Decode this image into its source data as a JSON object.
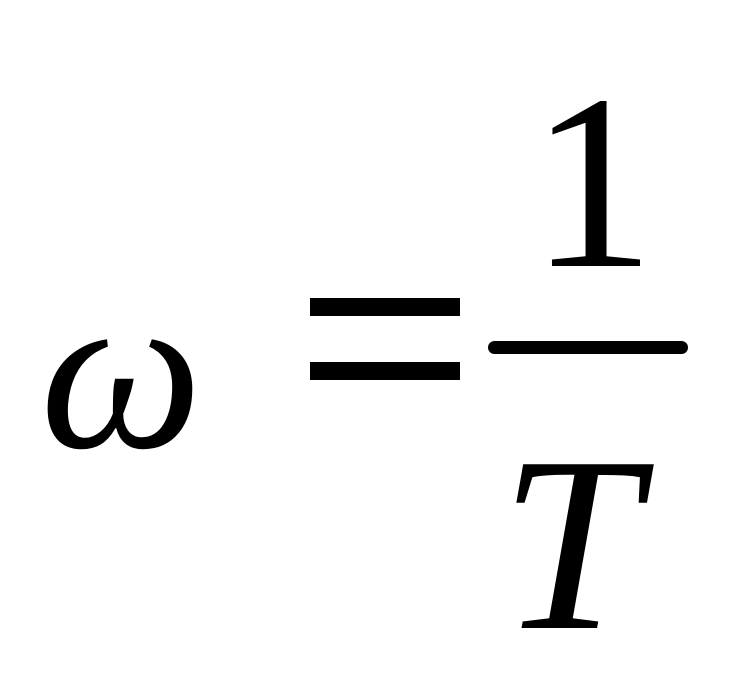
{
  "equation": {
    "lhs": "ω",
    "numerator": "1",
    "denominator": "T"
  }
}
